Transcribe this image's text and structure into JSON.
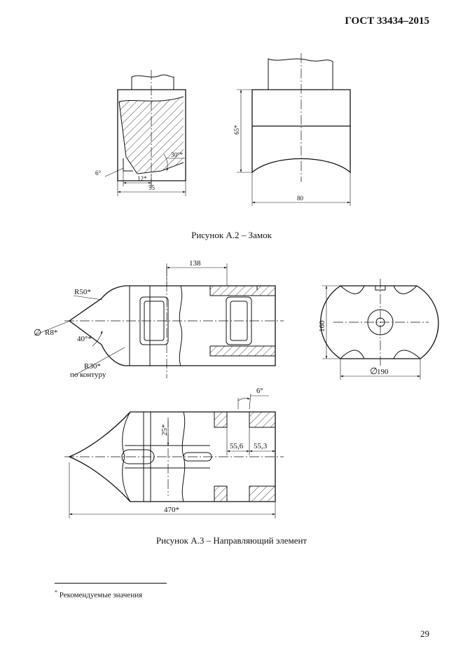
{
  "header": {
    "standard": "ГОСТ 33434–2015"
  },
  "figure_a2": {
    "caption": "Рисунок А.2 – Замок",
    "dims": {
      "d55": "55",
      "d12": "12*",
      "d30": "30°*",
      "d6": "6°",
      "d65": "65*",
      "d80": "80"
    }
  },
  "figure_a3": {
    "caption": "Рисунок А.3 – Направляющий элемент",
    "dims": {
      "d138": "138",
      "r50": "R50*",
      "r8": "R8*",
      "d40": "40°*",
      "r30": "R30*",
      "contour": "по контуру",
      "d160": "160",
      "d190": "190",
      "d6deg": "6°",
      "d25": "25*",
      "d55_6": "55,6",
      "d55_3": "55,3",
      "d470": "470*"
    }
  },
  "footnote": {
    "mark": "*",
    "text": "Рекомендуемые значения"
  },
  "page_number": "29"
}
